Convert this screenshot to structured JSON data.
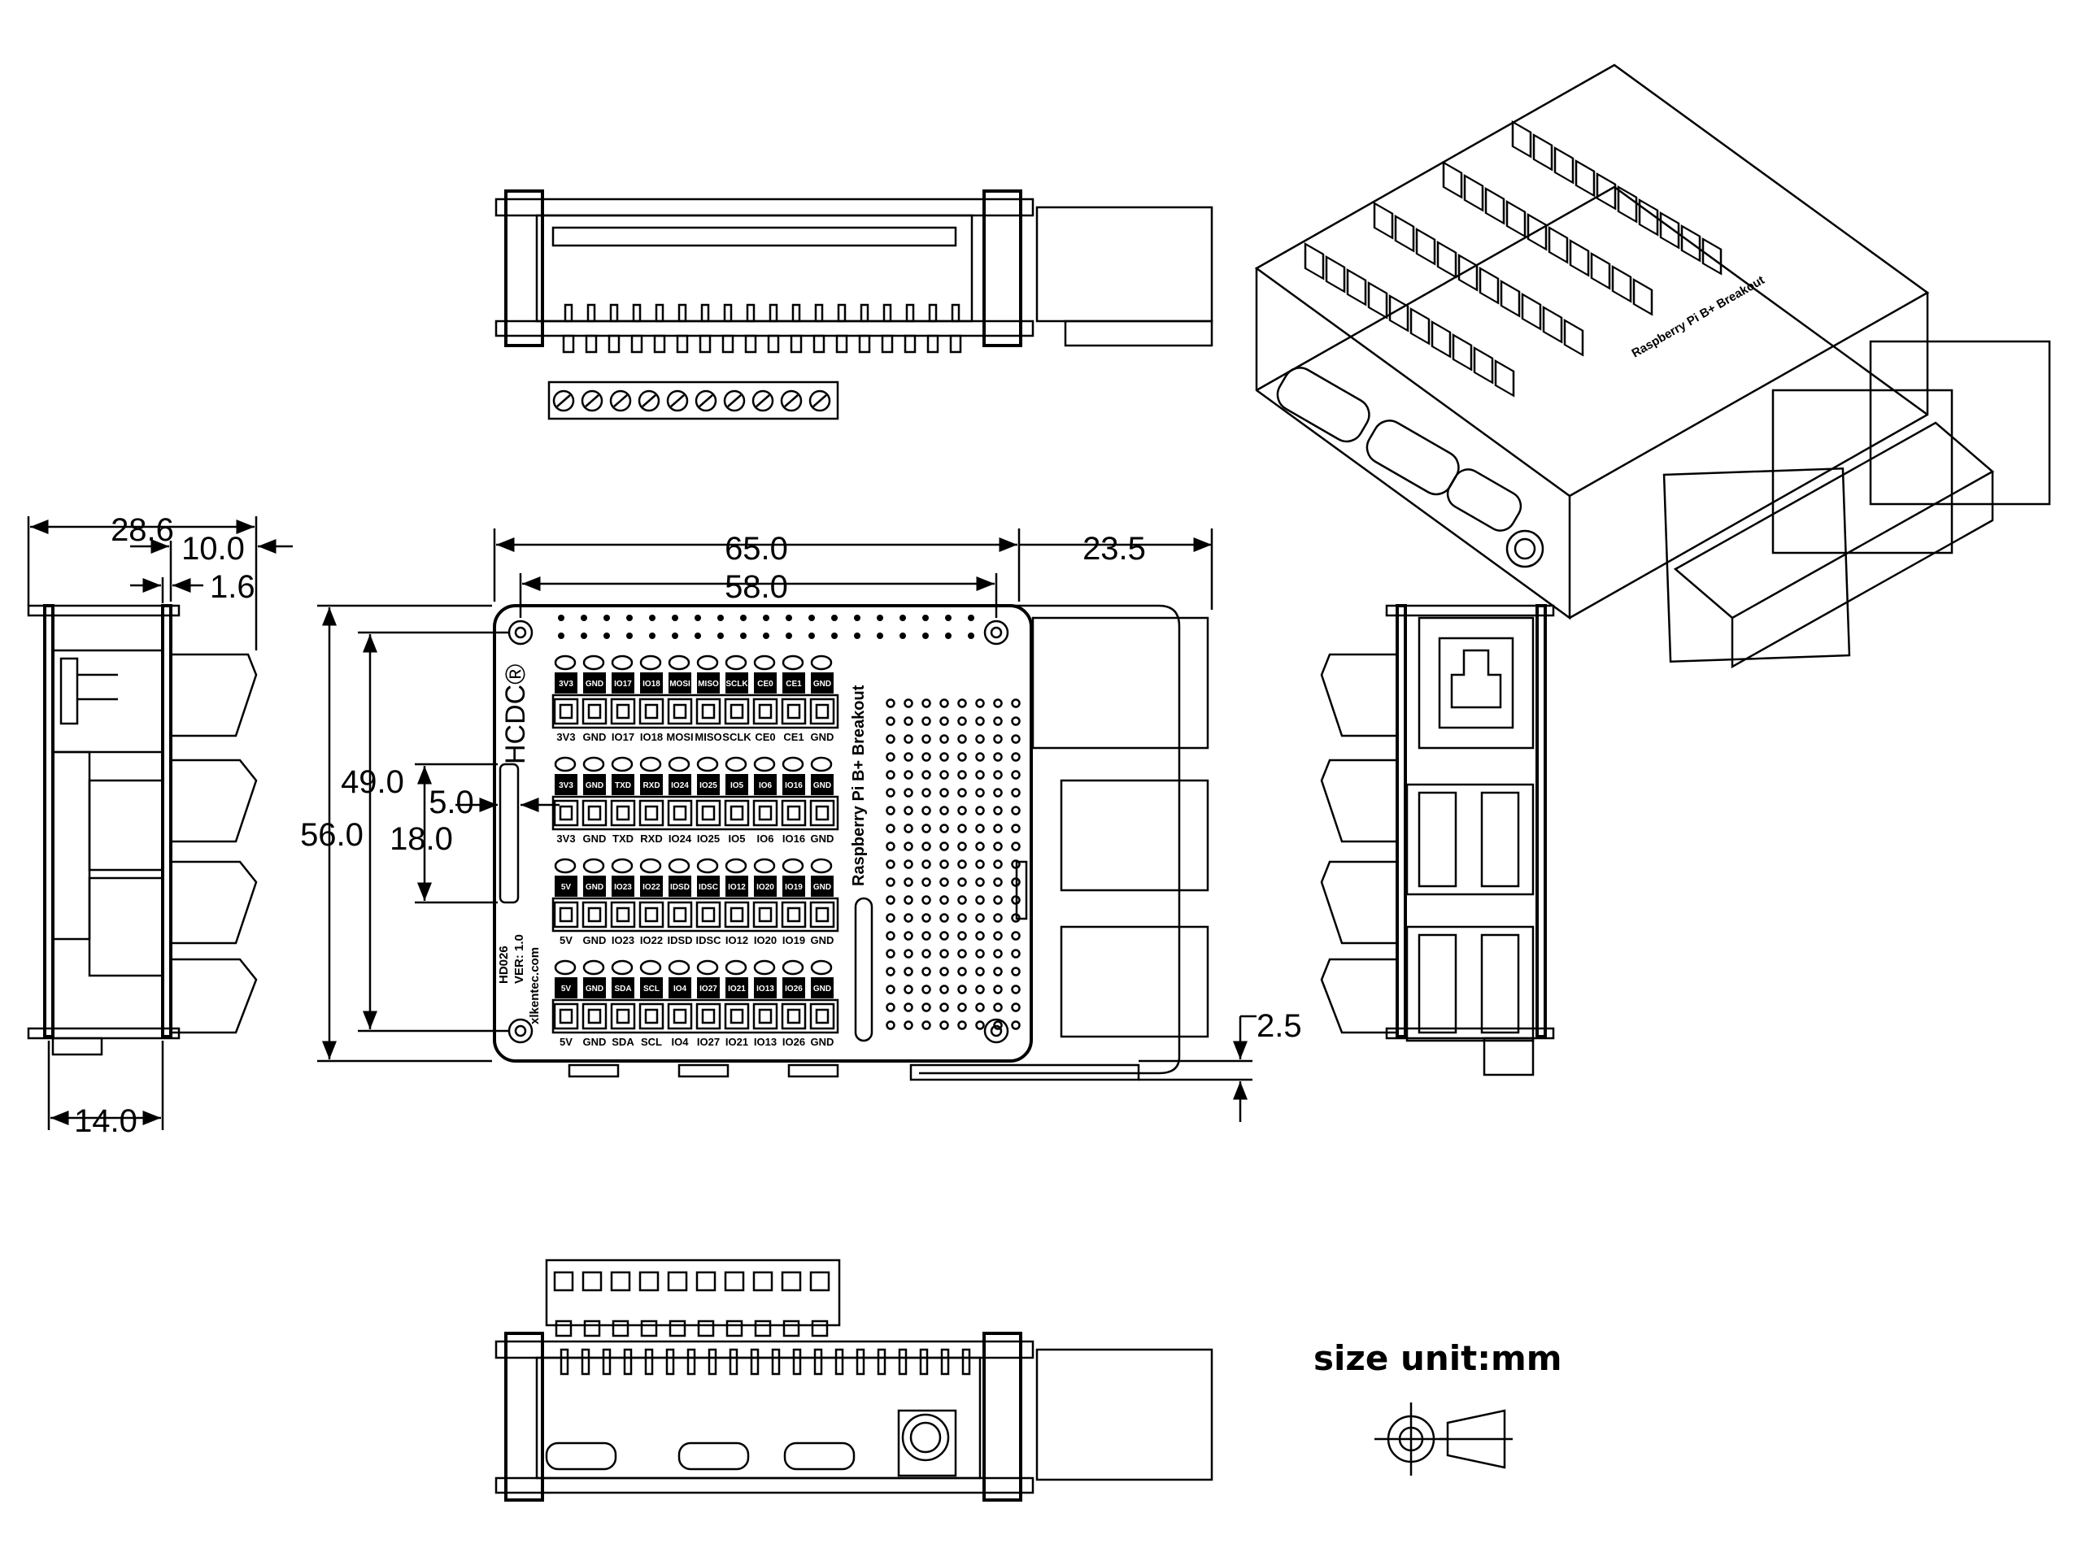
{
  "dimensions": {
    "width_65": "65.0",
    "holes_58": "58.0",
    "overhang_23_5": "23.5",
    "height_56": "56.0",
    "holes_49": "49.0",
    "slot_5": "5.0",
    "slot_18": "18.0",
    "standoff_2_5": "2.5",
    "side_28_6": "28.6",
    "side_10": "10.0",
    "side_1_6": "1.6",
    "side_14": "14.0"
  },
  "board": {
    "brand": "HCDC®",
    "title": "Raspberry Pi B+ Breakout",
    "model": "HD026",
    "version": "VER: 1.0",
    "website": "xlkentec.com"
  },
  "terminal_rows": [
    [
      "3V3",
      "GND",
      "IO17",
      "IO18",
      "MOSI",
      "MISO",
      "SCLK",
      "CE0",
      "CE1",
      "GND"
    ],
    [
      "3V3",
      "GND",
      "TXD",
      "RXD",
      "IO24",
      "IO25",
      "IO5",
      "IO6",
      "IO16",
      "GND"
    ],
    [
      "5V",
      "GND",
      "IO23",
      "IO22",
      "IDSD",
      "IDSC",
      "IO12",
      "IO20",
      "IO19",
      "GND"
    ],
    [
      "5V",
      "GND",
      "SDA",
      "SCL",
      "IO4",
      "IO27",
      "IO21",
      "IO13",
      "IO26",
      "GND"
    ]
  ],
  "unit_note": "size unit:mm"
}
